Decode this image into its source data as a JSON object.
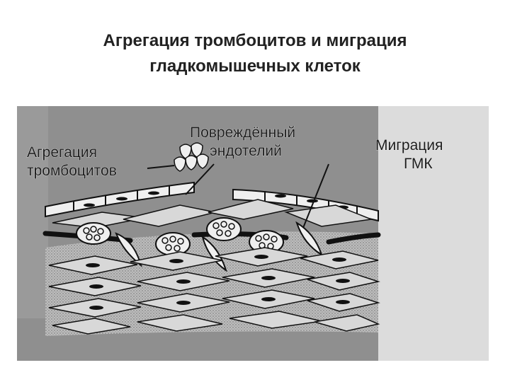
{
  "slide": {
    "title_line1": "Агрегация тромбоцитов и миграция",
    "title_line2": "гладкомышечных клеток"
  },
  "figure": {
    "labels": {
      "platelet_aggregation_line1": "Агрегация",
      "platelet_aggregation_line2": "тромбоцитов",
      "damaged_endothelium_line1": "Повреждённый",
      "damaged_endothelium_line2": "эндотелий",
      "smc_migration_line1": "Миграция",
      "smc_migration_line2": "ГМК"
    },
    "colors": {
      "panel_bg": "#8f8f8f",
      "right_strip": "#dcdcdc",
      "ink": "#111111",
      "cell_fill": "#d8d8d8",
      "light_cell": "#efefef"
    }
  }
}
